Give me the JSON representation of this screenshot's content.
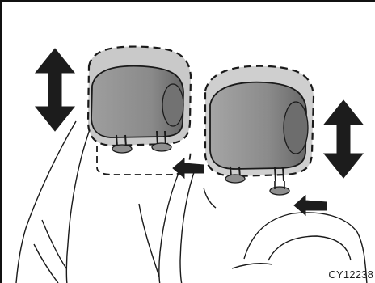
{
  "figure": {
    "code": "CY12238"
  },
  "colors": {
    "outline": "#1a1a1a",
    "headrest_fill": "#8f8f8f",
    "headrest_dark": "#5f5f5f",
    "background": "#ffffff"
  },
  "icons": {
    "adjust_arrow": "double-headed-vertical-arrow",
    "press_arrow": "left-pointing-arrow"
  }
}
